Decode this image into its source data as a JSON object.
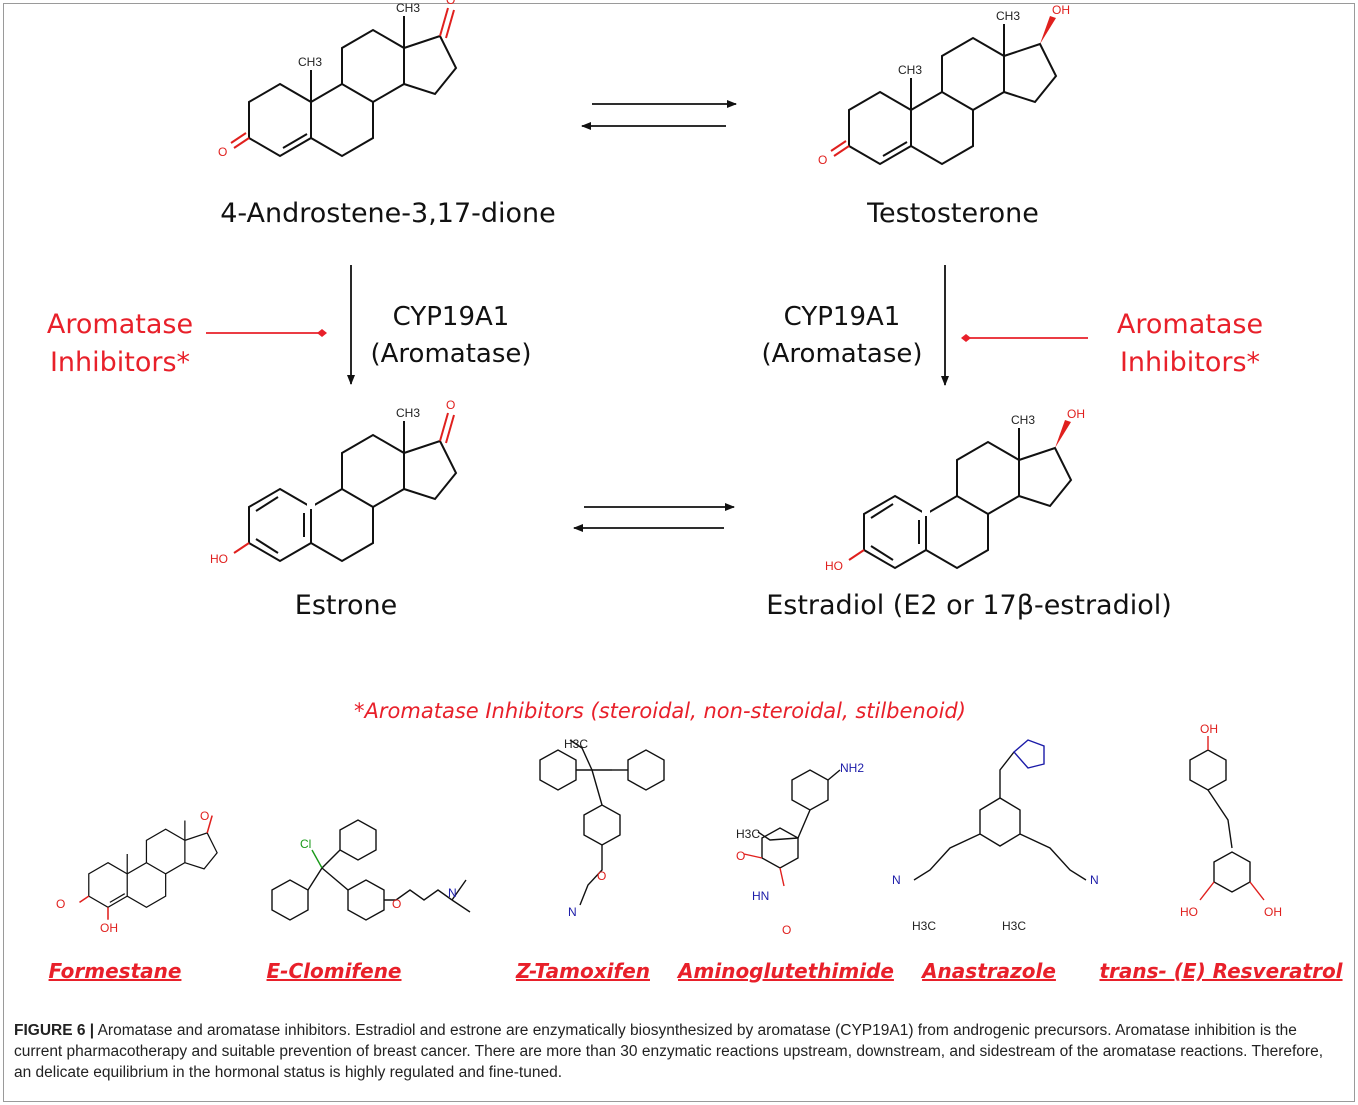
{
  "molecules": {
    "androstenedione": "4-Androstene-3,17-dione",
    "testosterone": "Testosterone",
    "estrone": "Estrone",
    "estradiol": "Estradiol (E2 or 17β-estradiol)"
  },
  "enzyme": {
    "name": "CYP19A1",
    "alias": "(Aromatase)"
  },
  "inhibitor_label": {
    "line1": "Aromatase",
    "line2": "Inhibitors*"
  },
  "footnote": "*Aromatase Inhibitors (steroidal, non-steroidal, stilbenoid)",
  "inhibitors": [
    "Formestane",
    "E-Clomifene",
    "Z-Tamoxifen",
    "Aminoglutethimide",
    "Anastrazole",
    "trans- (E) Resveratrol"
  ],
  "atoms": {
    "ch3": "CH3",
    "o": "O",
    "oh": "OH",
    "ho": "HO",
    "nh2": "NH2",
    "hn": "HN",
    "n": "N",
    "cl": "Cl",
    "h3c": "H3C"
  },
  "caption": {
    "label": "FIGURE 6 |",
    "text": "Aromatase and aromatase inhibitors. Estradiol and estrone are enzymatically biosynthesized by aromatase (CYP19A1) from androgenic precursors. Aromatase inhibition is the current pharmacotherapy and suitable prevention of breast cancer. There are more than 30 enzymatic reactions upstream, downstream, and sidestream of the aromatase reactions. Therefore, an delicate equilibrium in the hormonal status is highly regulated and fine-tuned."
  },
  "colors": {
    "accent": "#e8202a",
    "text": "#111111",
    "frame": "#9a9a9a"
  }
}
